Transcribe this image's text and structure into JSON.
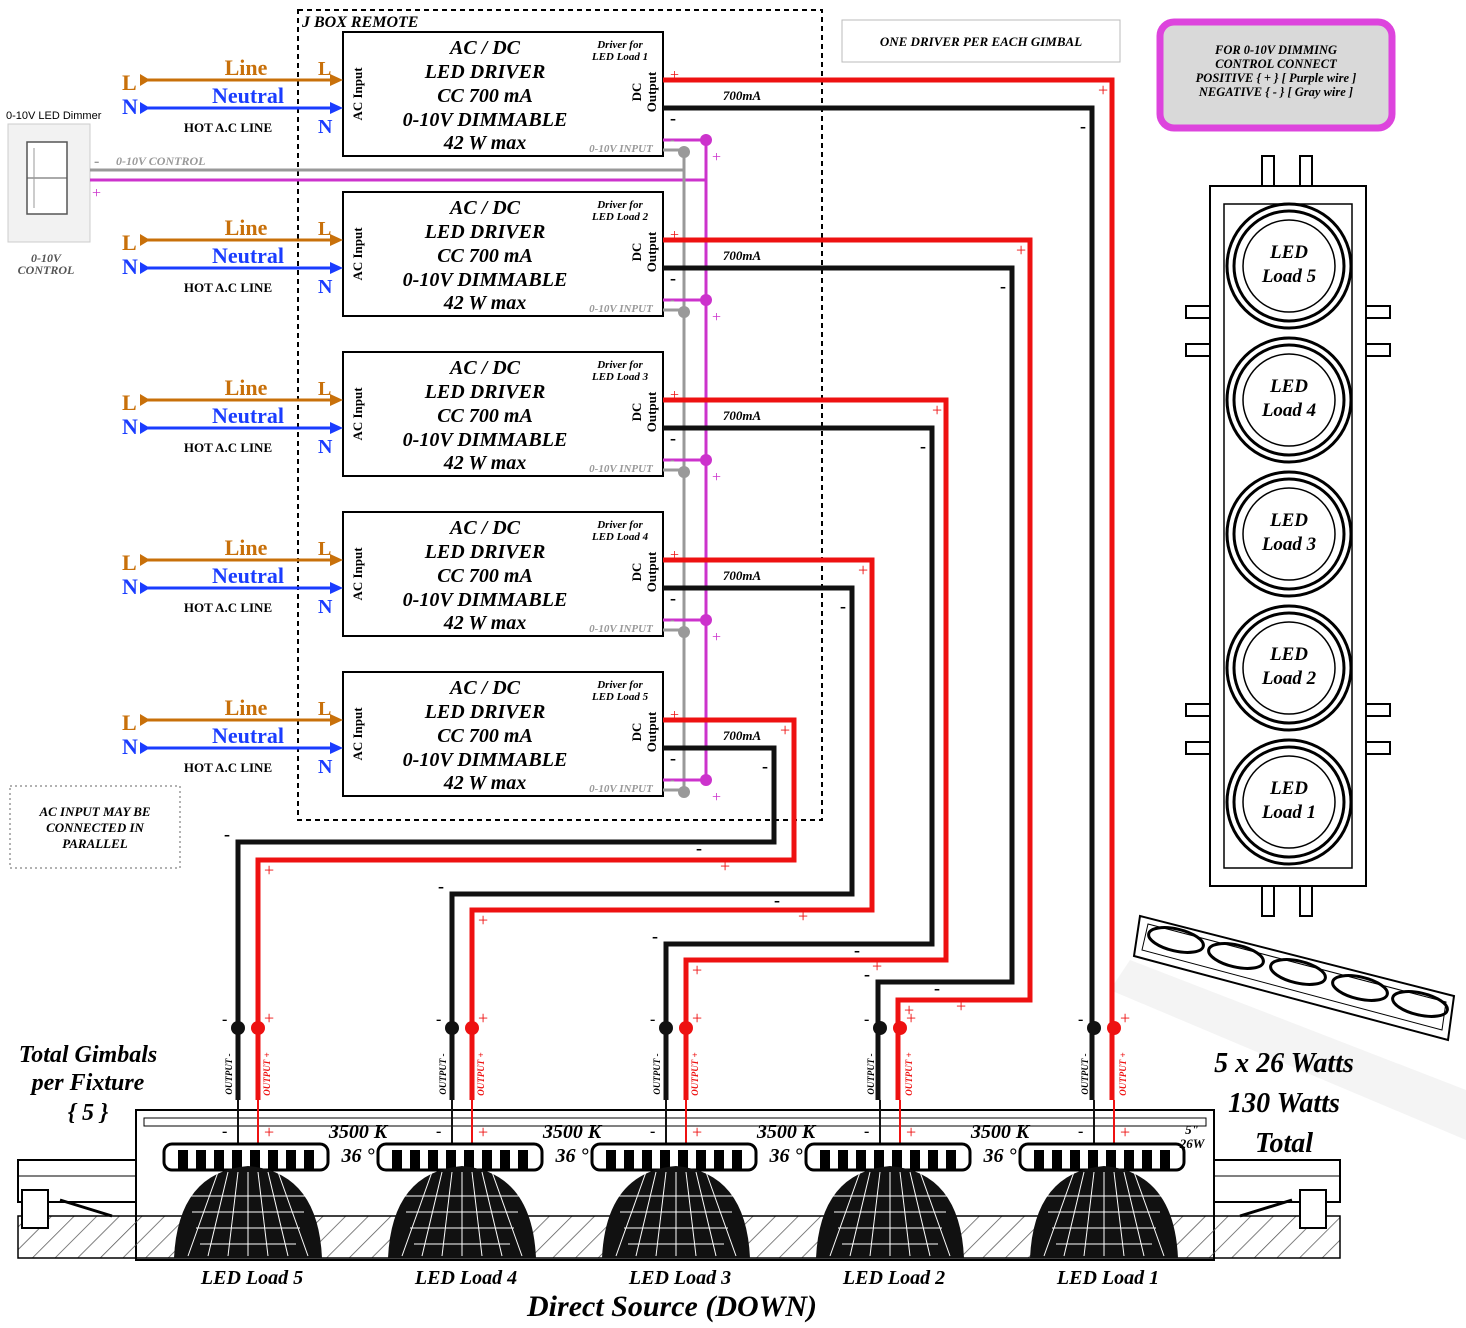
{
  "labels": {
    "jbox": "J BOX REMOTE",
    "one_driver": "ONE DRIVER PER EACH GIMBAL",
    "dim_note": [
      "FOR 0-10V DIMMING",
      "CONTROL CONNECT",
      "POSITIVE { + } [ Purple wire ]",
      "NEGATIVE { - } [ Gray wire ]"
    ],
    "dimmer_title": "0-10V LED Dimmer",
    "dimmer_caption": [
      "0-10V",
      "CONTROL"
    ],
    "control_line": "0-10V CONTROL",
    "ac_note": [
      "AC INPUT MAY BE",
      "CONNECTED IN",
      "PARALLEL"
    ],
    "total_gimbals": [
      "Total Gimbals",
      "per Fixture",
      "{ 5 }"
    ],
    "watts": [
      "5 x 26 Watts",
      "130 Watts",
      "Total"
    ],
    "direct_source": "Direct Source (DOWN)",
    "size_note": [
      "5\"",
      "26W"
    ],
    "line_word": "Line",
    "neutral_word": "Neutral",
    "hot_line": "HOT A.C LINE",
    "L": "L",
    "N": "N",
    "plus": "+",
    "minus": "-",
    "output_neg": "OUTPUT -",
    "output_pos": "OUTPUT +"
  },
  "driver_text": {
    "title": [
      "AC / DC",
      "LED DRIVER",
      "CC 700 mA",
      "0-10V DIMMABLE",
      "42 W max"
    ],
    "ac_input": "AC Input",
    "dc_output": [
      "DC",
      "Output"
    ],
    "dim_input": "0-10V INPUT",
    "current": "700mA"
  },
  "drivers": [
    {
      "label": [
        "Driver for",
        "LED Load 1"
      ]
    },
    {
      "label": [
        "Driver for",
        "LED Load 2"
      ]
    },
    {
      "label": [
        "Driver for",
        "LED Load 3"
      ]
    },
    {
      "label": [
        "Driver for",
        "LED Load 4"
      ]
    },
    {
      "label": [
        "Driver for",
        "LED Load 5"
      ]
    }
  ],
  "fixture_loads": [
    {
      "label": [
        "LED",
        "Load 5"
      ]
    },
    {
      "label": [
        "LED",
        "Load 4"
      ]
    },
    {
      "label": [
        "LED",
        "Load 3"
      ]
    },
    {
      "label": [
        "LED",
        "Load 2"
      ]
    },
    {
      "label": [
        "LED",
        "Load 1"
      ]
    }
  ],
  "bottom_loads": [
    {
      "label": "LED Load 5",
      "spec": [
        "3500 K",
        "36 °"
      ]
    },
    {
      "label": "LED Load 4",
      "spec": [
        "3500 K",
        "36 °"
      ]
    },
    {
      "label": "LED Load 3",
      "spec": [
        "3500 K",
        "36 °"
      ]
    },
    {
      "label": "LED Load 2",
      "spec": [
        "3500 K",
        "36 °"
      ]
    },
    {
      "label": "LED Load 1",
      "spec": []
    }
  ],
  "colors": {
    "line": "#c8700a",
    "neutral": "#1a3cff",
    "positive": "#ee1111",
    "negative": "#111111",
    "dim_pos": "#cc33cc",
    "dim_neg": "#999999",
    "note_border": "#dd44dd",
    "note_fill": "#d9d9d9"
  }
}
